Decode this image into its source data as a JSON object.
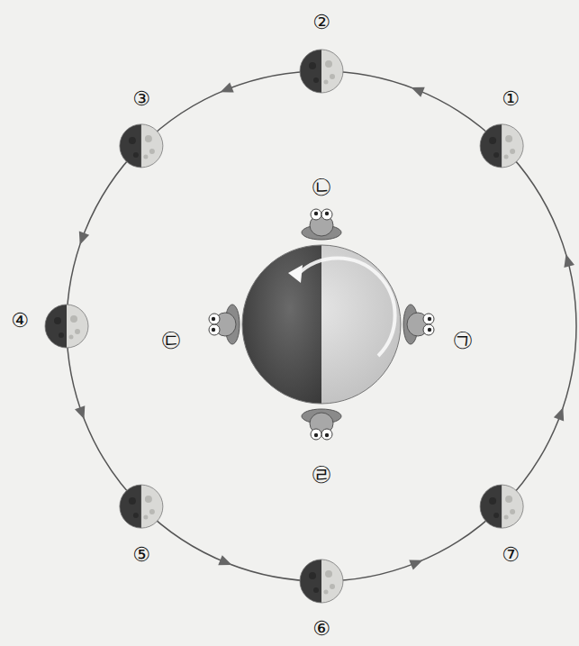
{
  "diagram": {
    "labels": [
      "②",
      "①",
      "③",
      "㉡",
      "④",
      "㉢",
      "㉠",
      "㉣",
      "⑤",
      "⑦",
      "⑥"
    ]
  }
}
